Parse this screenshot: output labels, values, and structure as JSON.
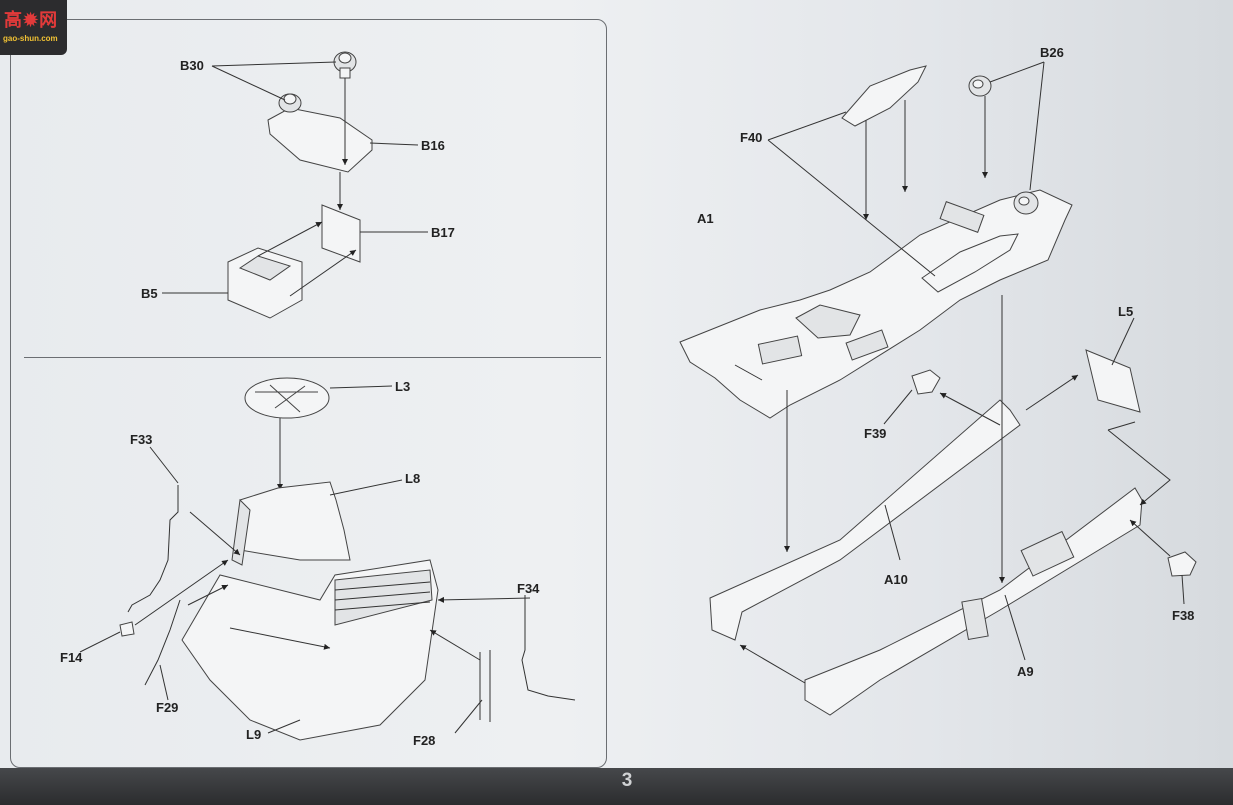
{
  "watermark": {
    "site": "gao-shun.com"
  },
  "page_number": "3",
  "labels": {
    "b30": "B30",
    "b16": "B16",
    "b17": "B17",
    "b5": "B5",
    "l3": "L3",
    "l8": "L8",
    "f33": "F33",
    "f34": "F34",
    "f14": "F14",
    "f29": "F29",
    "l9": "L9",
    "f28": "F28",
    "b26": "B26",
    "f40": "F40",
    "a1": "A1",
    "l5": "L5",
    "f39": "F39",
    "a10": "A10",
    "a9": "A9",
    "f38": "F38"
  }
}
